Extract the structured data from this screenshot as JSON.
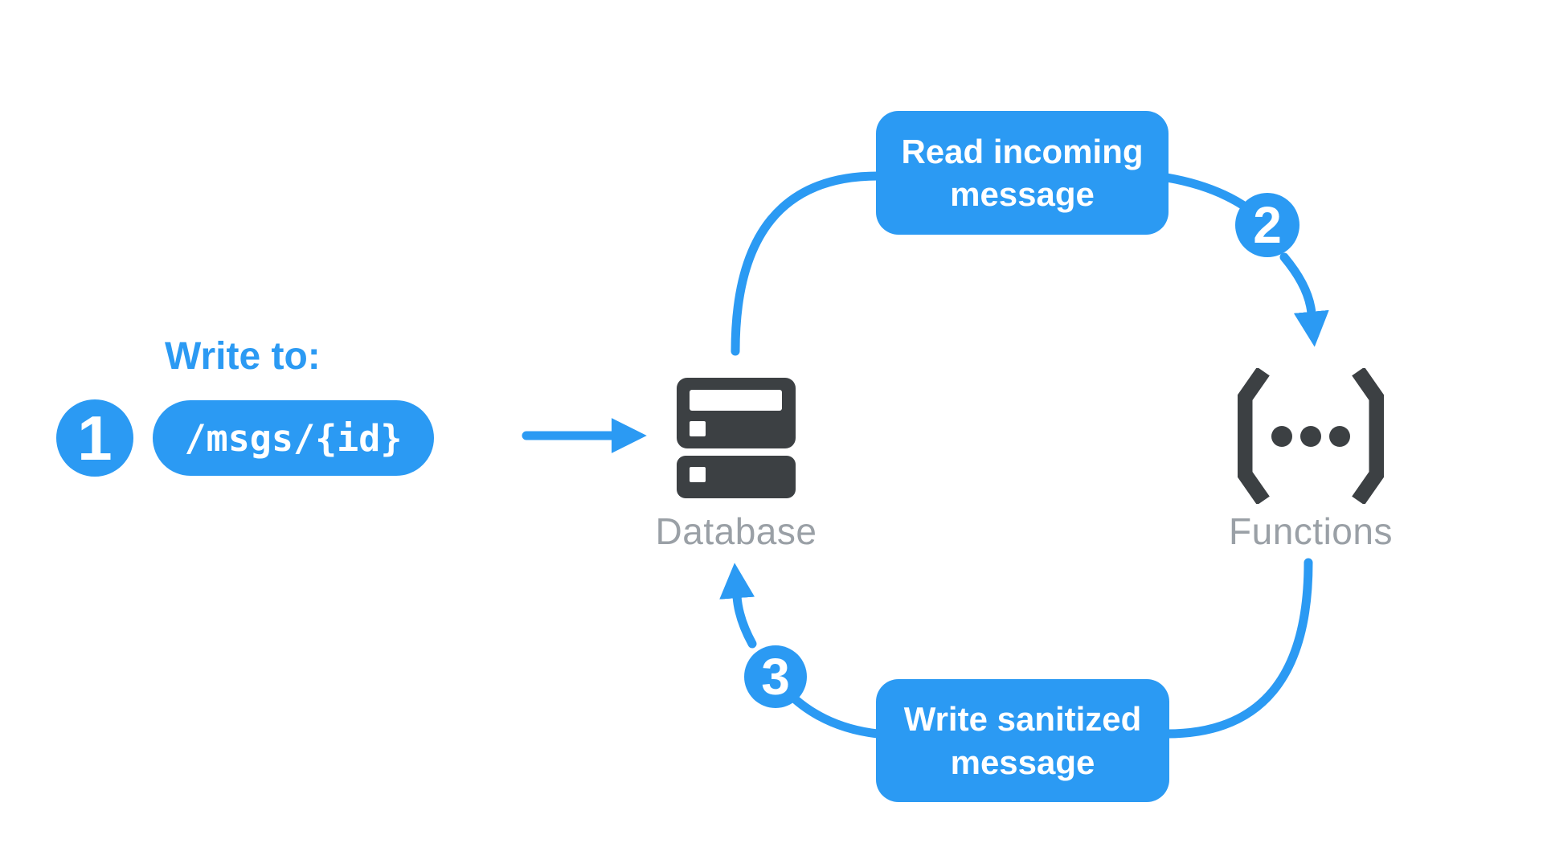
{
  "colors": {
    "accent": "#2B9AF3",
    "dark": "#3C4043",
    "muted": "#9AA0A6",
    "background": "#FFFFFF"
  },
  "steps": {
    "one": {
      "number": "1",
      "label": "Write to:",
      "path": "/msgs/{id}"
    },
    "two": {
      "number": "2",
      "action": "Read incoming message"
    },
    "three": {
      "number": "3",
      "action": "Write sanitized message"
    }
  },
  "nodes": {
    "database": {
      "label": "Database"
    },
    "functions": {
      "label": "Functions"
    }
  }
}
